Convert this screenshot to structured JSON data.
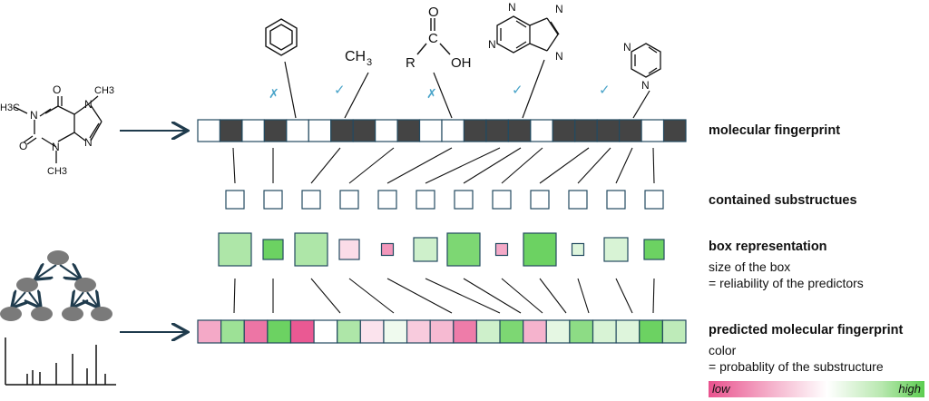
{
  "labels": {
    "fingerprint": "molecular fingerprint",
    "substructures": "contained substructues",
    "box_title": "box representation",
    "box_line1": "size of the box",
    "box_line2": "= reliability of the predictors",
    "pred_title": "predicted molecular fingerprint",
    "pred_line1": "color",
    "pred_line2": "= probablity of the substructure"
  },
  "legend": {
    "low": "low",
    "high": "high"
  },
  "chem": {
    "methyl_top": "CH",
    "methyl_sub": "3",
    "acid_o": "O",
    "acid_c": "C",
    "acid_r": "R",
    "acid_oh": "OH",
    "purine_n": "N",
    "pyrimidine_n": "N",
    "caffeine_o": "O",
    "caffeine_n": "N",
    "caffeine_h3c": "H3C",
    "caffeine_ch3": "CH3"
  },
  "marks": {
    "check": "✓",
    "cross": "✗"
  },
  "colors": {
    "dark_bit": "#444444",
    "frame": "#234a60",
    "arrow": "#1f3b4d",
    "green": "#5ccd50",
    "pink": "#e9528e",
    "check": "#4aa4c9"
  },
  "fingerprint_bits": [
    0,
    1,
    0,
    1,
    0,
    0,
    1,
    1,
    0,
    1,
    0,
    0,
    1,
    1,
    1,
    0,
    1,
    1,
    1,
    1,
    0,
    1
  ],
  "predicted_bits": [
    0.25,
    0.8,
    0.1,
    0.95,
    0.02,
    0.5,
    0.75,
    0.42,
    0.55,
    0.35,
    0.3,
    0.12,
    0.65,
    0.9,
    0.28,
    0.58,
    0.85,
    0.62,
    0.6,
    0.95,
    0.7
  ],
  "boxes": [
    {
      "size": "large",
      "prob": 0.75
    },
    {
      "size": "small",
      "prob": 0.95
    },
    {
      "size": "large",
      "prob": 0.75
    },
    {
      "size": "small",
      "prob": 0.4
    },
    {
      "size": "tiny",
      "prob": 0.2
    },
    {
      "size": "medium",
      "prob": 0.65
    },
    {
      "size": "large",
      "prob": 0.9
    },
    {
      "size": "tiny",
      "prob": 0.25
    },
    {
      "size": "large",
      "prob": 0.95
    },
    {
      "size": "tiny",
      "prob": 0.6
    },
    {
      "size": "medium",
      "prob": 0.62
    },
    {
      "size": "small",
      "prob": 0.95
    }
  ]
}
